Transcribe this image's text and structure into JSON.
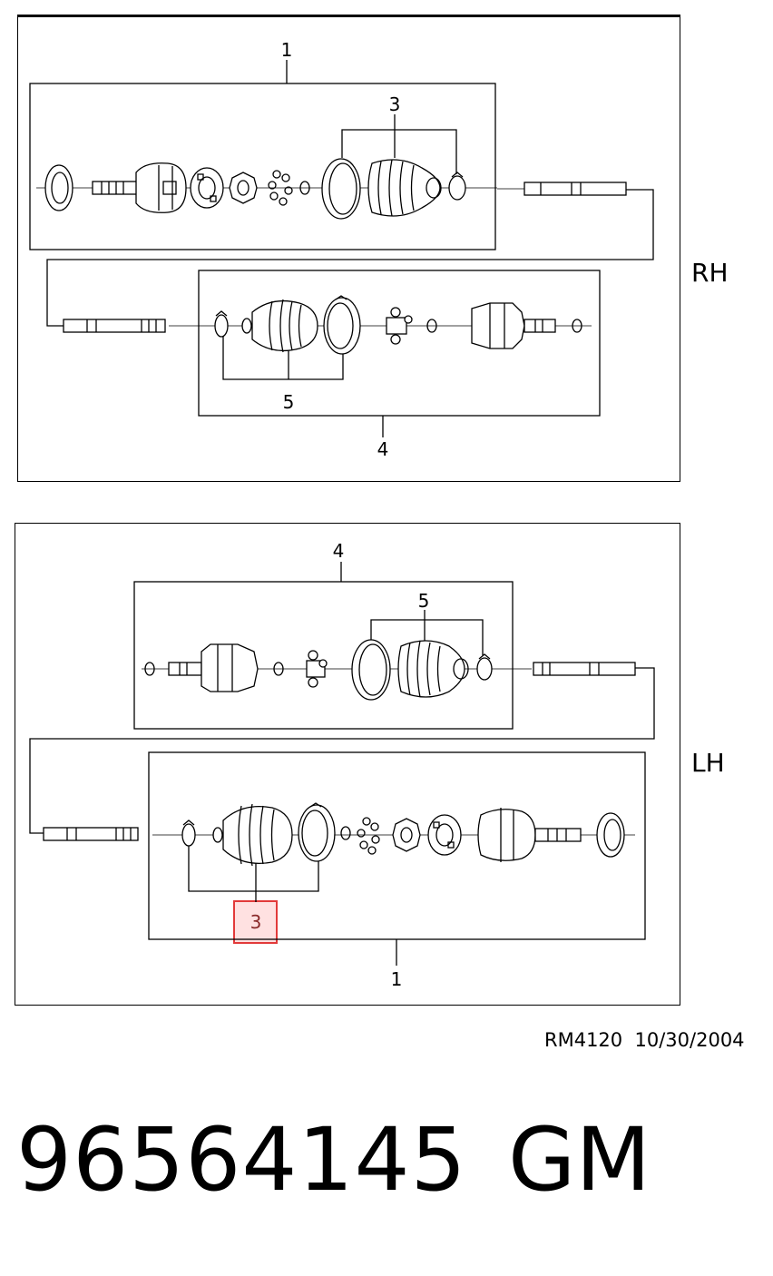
{
  "rh": {
    "side_label": "RH",
    "callouts": {
      "c1": "1",
      "c3": "3",
      "c4": "4",
      "c5": "5"
    }
  },
  "lh": {
    "side_label": "LH",
    "callouts": {
      "c1": "1",
      "c3": "3",
      "c4": "4",
      "c5": "5"
    },
    "highlighted_callout": "3"
  },
  "footer": {
    "reference": "RM4120  10/30/2004"
  },
  "part": {
    "number": "96564145",
    "brand": "GM"
  },
  "colors": {
    "line": "#000000",
    "highlight": "#e23a3a"
  }
}
